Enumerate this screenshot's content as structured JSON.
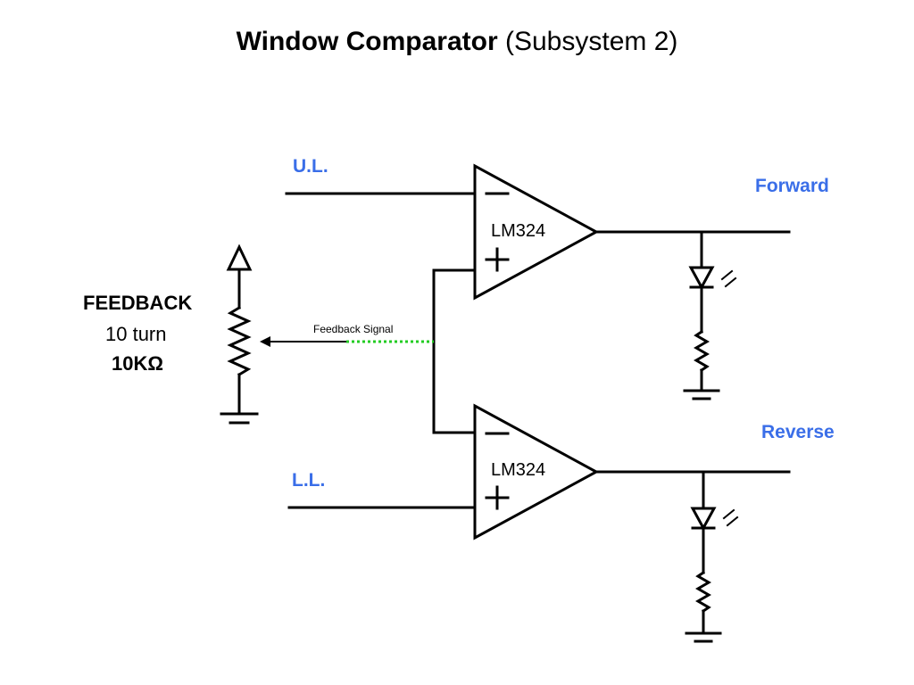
{
  "title": {
    "main": "Window Comparator",
    "sub": "(Subsystem 2)"
  },
  "inputs": {
    "upper": "U.L.",
    "lower": "L.L."
  },
  "outputs": {
    "forward": "Forward",
    "reverse": "Reverse"
  },
  "opamps": {
    "top": "LM324",
    "bottom": "LM324"
  },
  "feedback": {
    "heading": "FEEDBACK",
    "turns": "10 turn",
    "value": "10KΩ",
    "signal": "Feedback Signal"
  },
  "colors": {
    "accent": "#3a6ee8",
    "signal": "#22cc22",
    "wire": "#000000"
  }
}
